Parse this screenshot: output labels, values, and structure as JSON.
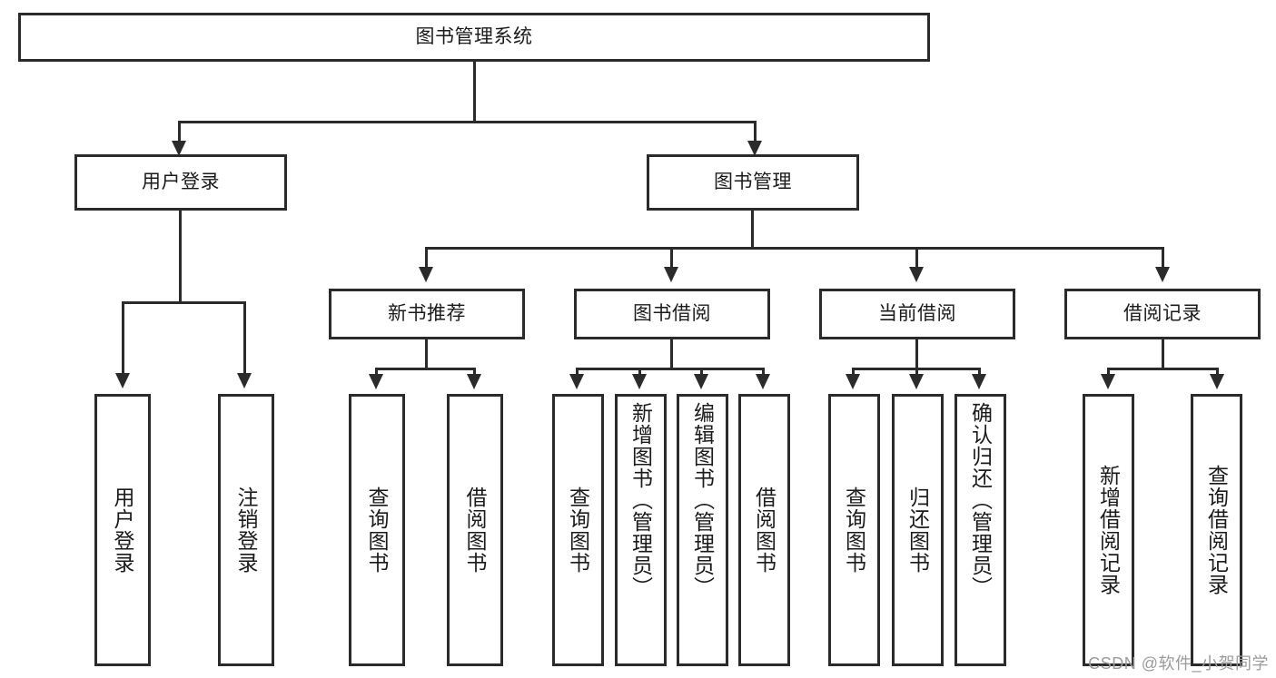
{
  "diagram": {
    "type": "tree-hierarchy",
    "title": "图书管理系统",
    "root": {
      "id": "root",
      "label": "图书管理系统",
      "level": 0
    },
    "level1": [
      {
        "id": "user-login",
        "label": "用户登录"
      },
      {
        "id": "book-management",
        "label": "图书管理"
      }
    ],
    "level2": [
      {
        "id": "new-book-recommend",
        "label": "新书推荐",
        "parent": "book-management"
      },
      {
        "id": "book-borrow",
        "label": "图书借阅",
        "parent": "book-management"
      },
      {
        "id": "current-borrow",
        "label": "当前借阅",
        "parent": "book-management"
      },
      {
        "id": "borrow-record",
        "label": "借阅记录",
        "parent": "book-management"
      }
    ],
    "leaves": {
      "user_login": [
        {
          "id": "leaf-user-login",
          "label": "用户登录"
        },
        {
          "id": "leaf-logout-login",
          "label": "注销登录"
        }
      ],
      "new_book_recommend": [
        {
          "id": "leaf-query-book-1",
          "label": "查询图书"
        },
        {
          "id": "leaf-borrow-book-1",
          "label": "借阅图书"
        }
      ],
      "book_borrow": [
        {
          "id": "leaf-query-book-2",
          "label": "查询图书"
        },
        {
          "id": "leaf-add-book",
          "label": "新增图书（管理员）"
        },
        {
          "id": "leaf-edit-book",
          "label": "编辑图书（管理员）"
        },
        {
          "id": "leaf-borrow-book-2",
          "label": "借阅图书"
        }
      ],
      "current_borrow": [
        {
          "id": "leaf-query-book-3",
          "label": "查询图书"
        },
        {
          "id": "leaf-return-book",
          "label": "归还图书"
        },
        {
          "id": "leaf-confirm-return",
          "label": "确认归还（管理员）"
        }
      ],
      "borrow_record": [
        {
          "id": "leaf-add-record",
          "label": "新增借阅记录"
        },
        {
          "id": "leaf-query-record",
          "label": "查询借阅记录"
        }
      ]
    },
    "colors": {
      "stroke": "#2b2b2b",
      "fill": "#ffffff",
      "text": "#1b1b1b",
      "watermark": "#9b9b9b"
    }
  },
  "watermark": {
    "text": "CSDN @软件_小贺同学"
  }
}
